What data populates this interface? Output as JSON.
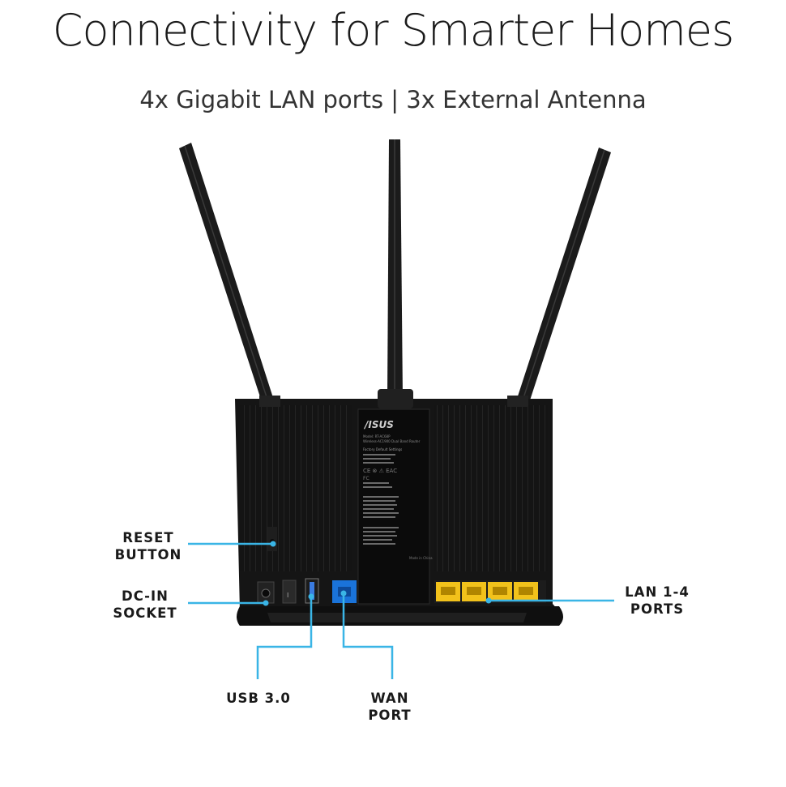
{
  "header": {
    "title": "Connectivity for Smarter Homes",
    "subtitle": "4x Gigabit LAN ports | 3x External Antenna"
  },
  "router": {
    "brand": "/ISUS",
    "label_lines": [
      "Model: RT-AC68P",
      "Wireless-AC1900 Dual Band Router",
      "Factory Default Settings",
      "Made in China"
    ]
  },
  "callouts": {
    "reset": [
      "RESET",
      "BUTTON"
    ],
    "dc_in": [
      "DC-IN",
      "SOCKET"
    ],
    "usb": [
      "USB 3.0"
    ],
    "wan": [
      "WAN",
      "PORT"
    ],
    "lan": [
      "LAN 1-4",
      "PORTS"
    ]
  },
  "colors": {
    "callout_line": "#3ab5e6",
    "router_body": "#161616",
    "wan_port": "#1a73d9",
    "lan_port": "#f2c21b"
  }
}
